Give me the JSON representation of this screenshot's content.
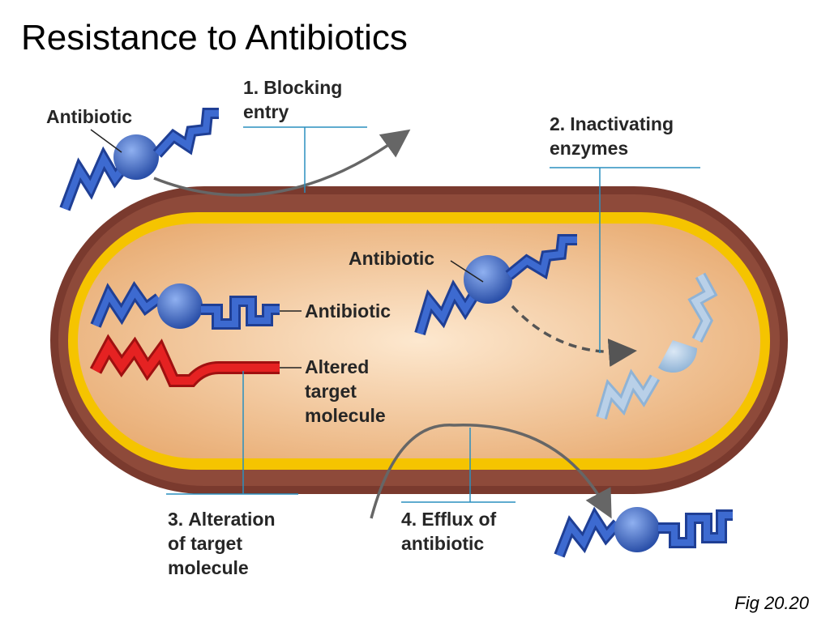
{
  "title": "Resistance to Antibiotics",
  "caption": "Fig 20.20",
  "colors": {
    "cell_wall": "#7a3a2e",
    "membrane": "#f5c400",
    "cytoplasm": "#f3c79a",
    "antibiotic": "#2f57b8",
    "altered_target": "#e02020",
    "leader_line": "#2a8fbf",
    "arrow": "#666666"
  },
  "labels": {
    "antibiotic_outside": "Antibiotic",
    "antibiotic_inside": "Antibiotic",
    "antibiotic_bound": "Antibiotic",
    "altered_target_1": "Altered",
    "altered_target_2": "target",
    "altered_target_3": "molecule"
  },
  "mechanisms": [
    {
      "number": "1.",
      "line1": "Blocking",
      "line2": "entry",
      "line3": ""
    },
    {
      "number": "2.",
      "line1": "Inactivating",
      "line2": "enzymes",
      "line3": ""
    },
    {
      "number": "3.",
      "line1": "Alteration",
      "line2": "of target",
      "line3": "molecule"
    },
    {
      "number": "4.",
      "line1": "Efflux of",
      "line2": "antibiotic",
      "line3": ""
    }
  ]
}
